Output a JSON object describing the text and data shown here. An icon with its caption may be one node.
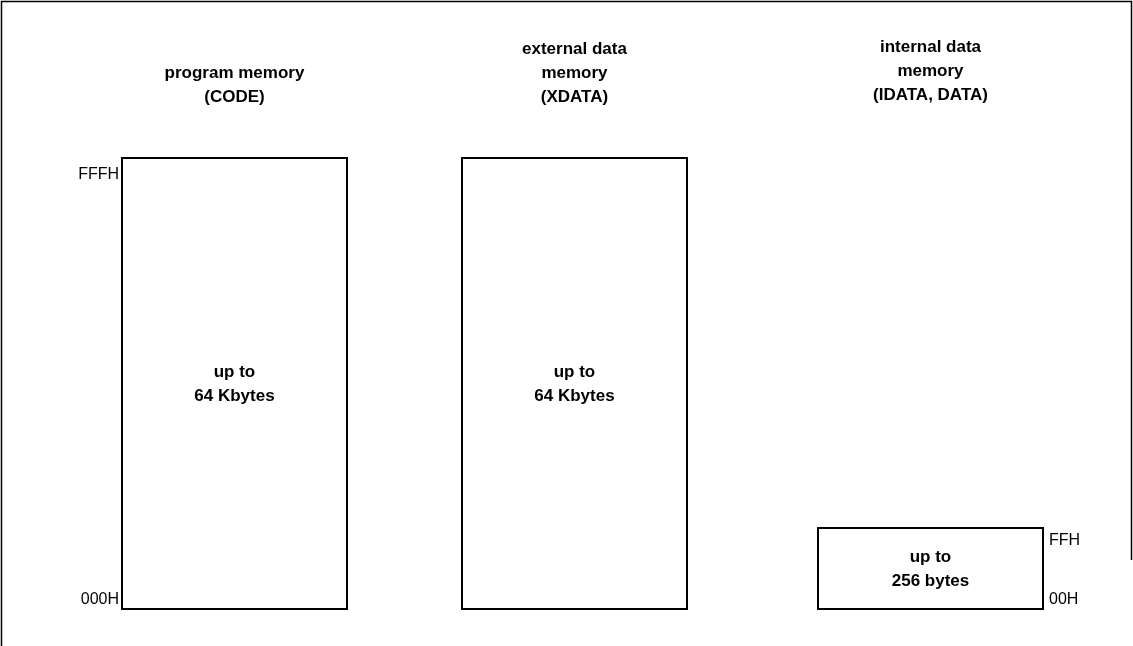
{
  "diagram": {
    "nodes": [
      {
        "text": [
          "program memory (CODE)",
          "up to 64 Kbytes"
        ],
        "beside": [
          "FFFH",
          "000H"
        ]
      },
      {
        "text": [
          "external data memory (XDATA)",
          "up to 64 Kbytes"
        ]
      },
      {
        "text": [
          "up to 256 bytes"
        ],
        "beside": [
          "FFH",
          "00H"
        ]
      }
    ],
    "edges": [],
    "labels": [
      "internal data memory (IDATA, DATA)"
    ]
  }
}
